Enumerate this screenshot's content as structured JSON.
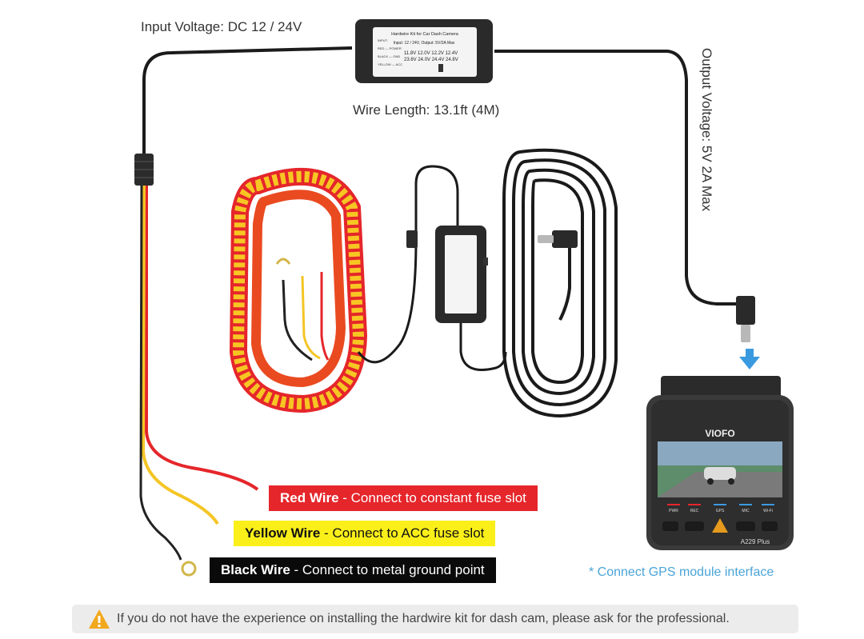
{
  "labels": {
    "input_voltage": "Input Voltage: DC 12 / 24V",
    "wire_length": "Wire Length: 13.1ft (4M)",
    "output_voltage": "Output Voltage: 5V 2A Max",
    "gps_note": "* Connect GPS module interface"
  },
  "module": {
    "title": "Hardwire Kit for Car Dash Camera",
    "spec_line": "Input: 12 / 24V, Output: 5V/2A Max",
    "row1": "11.8V  12.0V  12.2V  12.4V",
    "row2": "23.6V  24.0V  24.4V  24.8V",
    "legend": [
      "INPUT:",
      "RED — POWER",
      "BLACK — GND",
      "YELLOW — ACC"
    ]
  },
  "wires": {
    "red": {
      "name": "Red Wire",
      "desc": " - Connect to constant fuse slot"
    },
    "yellow": {
      "name": "Yellow Wire",
      "desc": " - Connect to ACC fuse slot"
    },
    "black": {
      "name": "Black Wire",
      "desc": " - Connect to metal ground point"
    }
  },
  "dashcam": {
    "brand": "VIOFO",
    "model": "A229 Plus",
    "buttons": [
      "PWR",
      "REC",
      "GPS",
      "MIC",
      "Wi-Fi"
    ]
  },
  "warning": {
    "icon": "warning-triangle-icon",
    "text": "If you do not have the experience on installing the hardwire kit for dash cam, please ask for the professional."
  },
  "colors": {
    "red_wire": "#e5262b",
    "yellow_wire": "#fbef1a",
    "black_wire": "#0a0a0a",
    "gps_note": "#4aa4d8"
  }
}
